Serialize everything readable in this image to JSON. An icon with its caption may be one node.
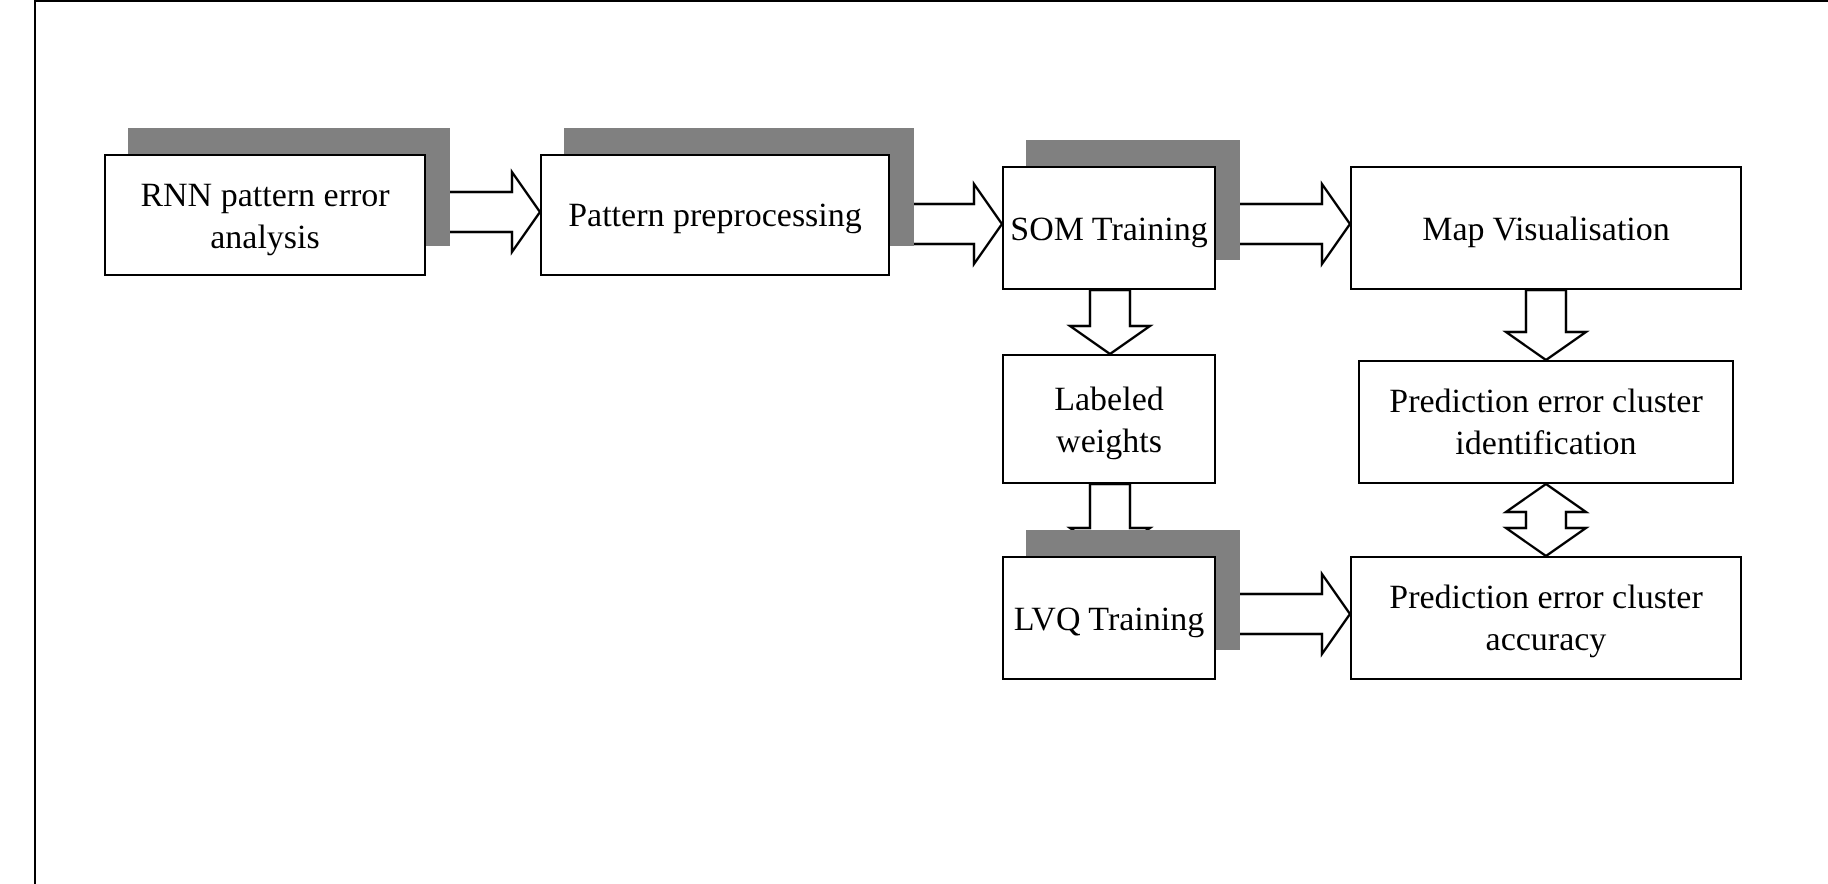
{
  "diagram": {
    "nodes": [
      {
        "text": [
          "RNN pattern error analysis"
        ]
      },
      {
        "text": [
          "Pattern preprocessing"
        ]
      },
      {
        "text": [
          "SOM Training"
        ]
      },
      {
        "text": [
          "Map Visualisation"
        ]
      },
      {
        "text": [
          "Labeled weights"
        ]
      },
      {
        "text": [
          "Prediction error cluster identification"
        ]
      },
      {
        "text": [
          "LVQ Training"
        ]
      },
      {
        "text": [
          "Prediction error cluster accuracy"
        ]
      }
    ],
    "edges": [
      {
        "from": 0,
        "to": 1,
        "arrow": "to"
      },
      {
        "from": 1,
        "to": 2,
        "arrow": "to"
      },
      {
        "from": 2,
        "to": 3,
        "arrow": "to"
      },
      {
        "from": 2,
        "to": 4,
        "arrow": "to"
      },
      {
        "from": 3,
        "to": 5,
        "arrow": "to"
      },
      {
        "from": 4,
        "to": 6,
        "arrow": "to"
      },
      {
        "from": 5,
        "to": 7,
        "arrow": "both"
      },
      {
        "from": 6,
        "to": 7,
        "arrow": "to"
      }
    ]
  }
}
